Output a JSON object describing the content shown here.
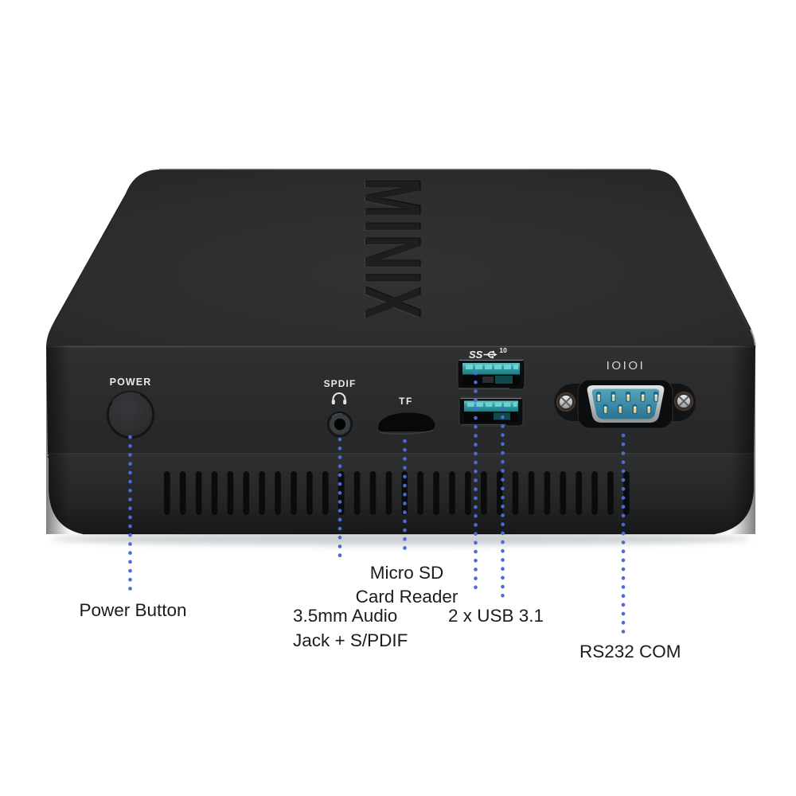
{
  "product": {
    "brand": "MINIX"
  },
  "panel": {
    "power_label": "POWER",
    "spdif_label": "SPDIF",
    "tf_label": "TF",
    "usb_logo_ss": "SS",
    "usb_logo_speed": "10",
    "serial_label": "IOIOI"
  },
  "icons": {
    "spdif": "headphone-icon",
    "usb": "usb-trident-icon"
  },
  "annotations": {
    "power": "Power Button",
    "audio_line1": "3.5mm Audio",
    "audio_line2": "Jack + S/PDIF",
    "sd_line1": "Micro SD",
    "sd_line2": "Card Reader",
    "usb": "2 x USB 3.1",
    "serial": "RS232 COM"
  },
  "colors": {
    "background": "#ffffff",
    "device_body": "#2b2d2f",
    "leader_dots": "#4e6ad6",
    "usb_port_teal": "#35aab0",
    "serial_port_teal": "#3a89a6",
    "pin_gold": "#e0d192",
    "caption_text": "#1c1c1d"
  }
}
